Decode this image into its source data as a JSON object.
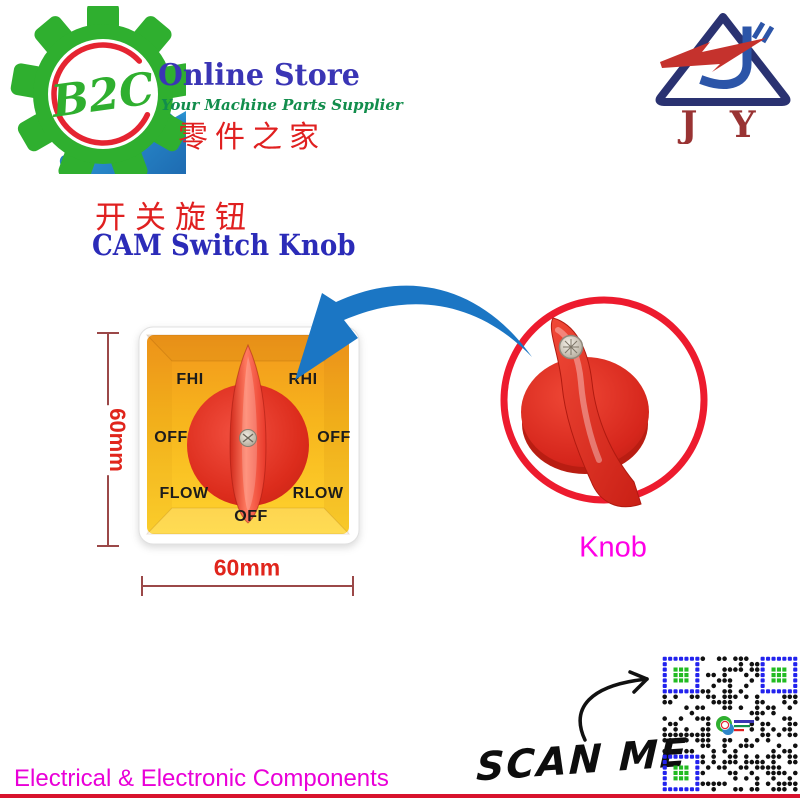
{
  "brand_left": {
    "abbr": "B2C",
    "store_name": "Online Store",
    "tagline": "Your Machine Parts Supplier",
    "chinese": "零件之家"
  },
  "brand_right": {
    "initials": "J Y"
  },
  "title": {
    "chinese": "开关旋钮",
    "english": "CAM Switch Knob"
  },
  "product": {
    "plate_labels": [
      "FHI",
      "RHI",
      "OFF",
      "OFF",
      "FLOW",
      "RLOW",
      "OFF"
    ],
    "dim_height": "60mm",
    "dim_width": "60mm",
    "callout": "Knob"
  },
  "qr": {
    "cta": "SCAN ME",
    "grid": 25,
    "density": 0.46,
    "seed": 12
  },
  "footer": {
    "text": "Electrical & Electronic Components"
  },
  "colors": {
    "accent_ring_red": "#ED1B2E",
    "arrow_blue": "#1B76C4",
    "plate_yellow_top": "#F2971B",
    "plate_yellow_bottom": "#FFD42E",
    "knob_red": "#E8382A",
    "dim_text_red": "#E0251C",
    "dim_line": "#9B4848",
    "title_blue": "#2B2BB8",
    "title_red": "#E02020",
    "callout_magenta": "#FF00E6",
    "footer_text": "#E900D8",
    "footer_line": "#D8122D",
    "qr_blue": "#2222EE",
    "qr_green": "#22BB22",
    "qr_black": "#111111"
  }
}
